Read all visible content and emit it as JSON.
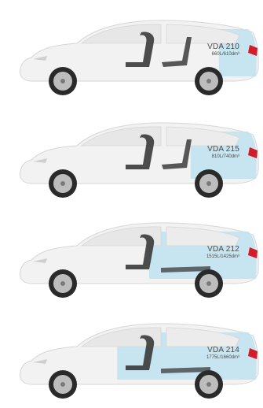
{
  "panels": [
    {
      "name": "VDA 210",
      "volume": "660L/610dm³",
      "fill": 0.18
    },
    {
      "name": "VDA 215",
      "volume": "810L/740dm³",
      "fill": 0.33
    },
    {
      "name": "VDA 212",
      "volume": "1515L/1425dm³",
      "fill": 0.55
    },
    {
      "name": "VDA 214",
      "volume": "1775L/1660dm³",
      "fill": 0.72
    }
  ],
  "colors": {
    "cargo": "#bfe3f0",
    "body": "#f2f2f2",
    "outline": "#d6d6d6",
    "seat": "#2f2f2f",
    "tire": "#2a2a2a",
    "rim": "#bdbdbd",
    "light": "#d21c2a"
  }
}
